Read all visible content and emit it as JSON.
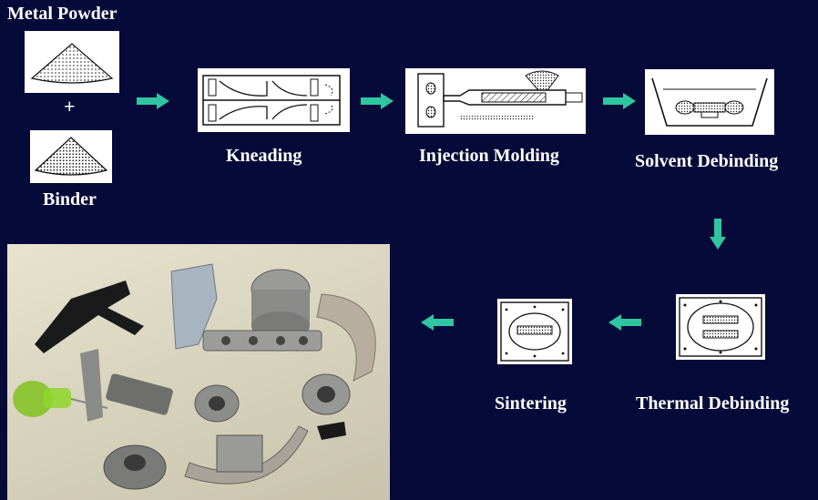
{
  "title_metal_powder": "Metal Powder",
  "plus_sign": "+",
  "binder_label": "Binder",
  "steps": [
    {
      "label": "Kneading"
    },
    {
      "label": "Injection Molding"
    },
    {
      "label": "Solvent Debinding"
    },
    {
      "label": "Thermal Debinding"
    },
    {
      "label": "Sintering"
    }
  ],
  "colors": {
    "background": "#050a38",
    "arrow": "#2ec6a0",
    "text": "#ffffff"
  }
}
